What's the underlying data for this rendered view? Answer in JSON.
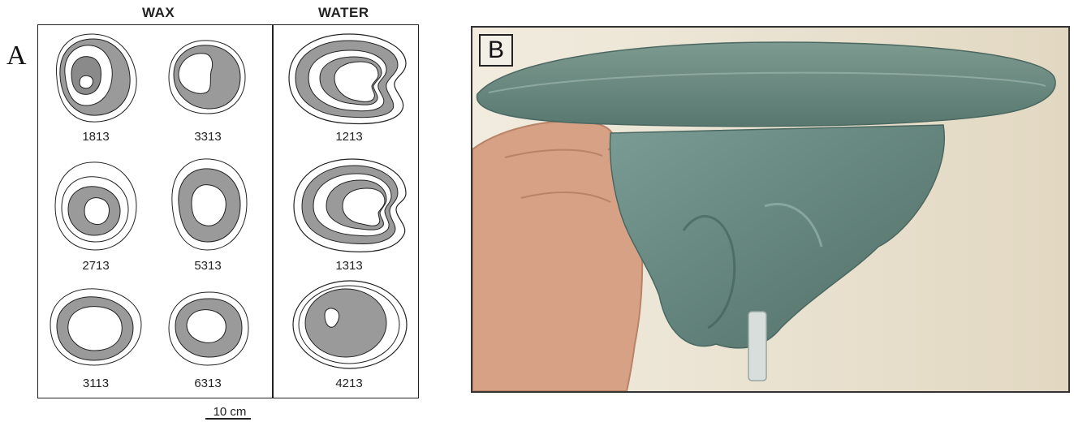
{
  "figure": {
    "panel_a_letter": "A",
    "panel_b_letter": "B",
    "wax_header": "WAX",
    "water_header": "WATER",
    "scale_bar": "10 cm",
    "wax_samples": [
      "1813",
      "3313",
      "2713",
      "5313",
      "3113",
      "6313"
    ],
    "water_samples": [
      "1213",
      "1313",
      "4213"
    ],
    "contour_fill_color": "#8a8a8a",
    "photo_colors": {
      "wax_green": "#6f8f86",
      "background": "#e9e2d3",
      "skin": "#d9a98a"
    }
  }
}
